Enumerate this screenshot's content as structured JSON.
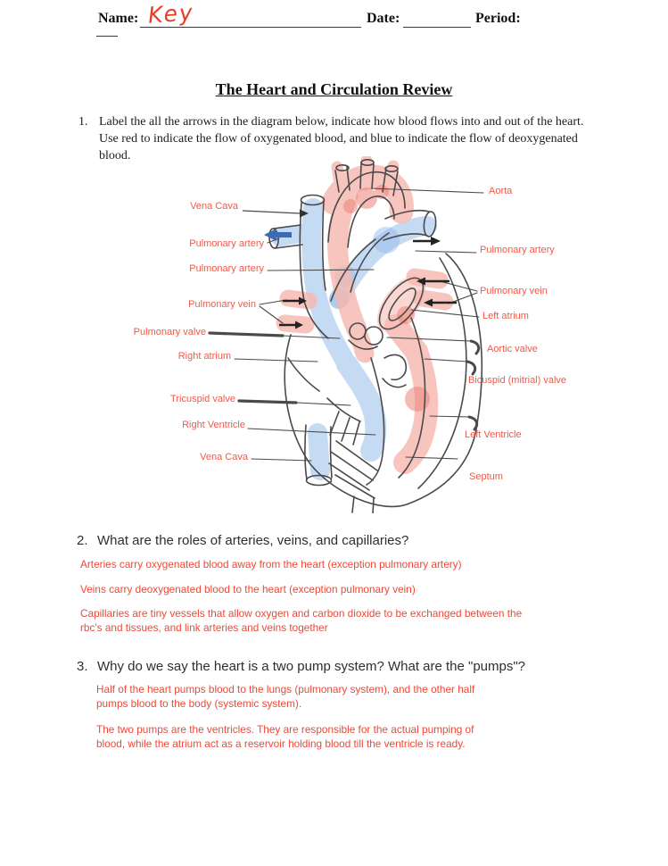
{
  "header": {
    "name_label": "Name:",
    "name_value": "Key",
    "date_label": "Date:",
    "period_label": "Period:"
  },
  "title": "The Heart and Circulation Review",
  "questions": {
    "q1": {
      "number": "1.",
      "text": "Label the all the arrows in the diagram below, indicate how blood flows into and out of the heart. Use red to indicate the flow of oxygenated blood, and blue to indicate the flow of deoxygenated blood."
    },
    "q2": {
      "number": "2.",
      "text": "What are the roles of arteries, veins, and capillaries?",
      "answers": [
        "Arteries carry oxygenated blood away from the heart (exception pulmonary artery)",
        "Veins carry deoxygenated blood to the heart (exception pulmonary vein)",
        "Capillaries are tiny vessels that allow oxygen and carbon dioxide to be exchanged between the rbc's and tissues, and link arteries and veins together"
      ]
    },
    "q3": {
      "number": "3.",
      "text": "Why do we say the heart is a two pump system? What are the \"pumps\"?",
      "answers": [
        "Half of the heart pumps blood to the lungs (pulmonary system), and the other half pumps blood to the body (systemic system).",
        "The two pumps are the ventricles. They are responsible for the actual pumping of blood, while the atrium act as a reservoir holding blood till the ventricle is ready."
      ]
    }
  },
  "diagram": {
    "labels": [
      {
        "id": "aorta",
        "text": "Aorta"
      },
      {
        "id": "vena-cava-superior",
        "text": "Vena Cava"
      },
      {
        "id": "pulmonary-artery-left",
        "text": "Pulmonary artery"
      },
      {
        "id": "pulmonary-artery-right",
        "text": "Pulmonary artery"
      },
      {
        "id": "pulmonary-artery-trunk",
        "text": "Pulmonary artery"
      },
      {
        "id": "pulmonary-vein-right",
        "text": "Pulmonary vein"
      },
      {
        "id": "pulmonary-vein-left",
        "text": "Pulmonary vein"
      },
      {
        "id": "left-atrium",
        "text": "Left atrium"
      },
      {
        "id": "pulmonary-valve",
        "text": "Pulmonary valve"
      },
      {
        "id": "aortic-valve",
        "text": "Aortic valve"
      },
      {
        "id": "right-atrium",
        "text": "Right atrium"
      },
      {
        "id": "bicuspid-valve",
        "text": "Bicuspid (mitrial) valve"
      },
      {
        "id": "tricuspid-valve",
        "text": "Tricuspid valve"
      },
      {
        "id": "right-ventricle",
        "text": "Right Ventricle"
      },
      {
        "id": "left-ventricle",
        "text": "Left Ventricle"
      },
      {
        "id": "vena-cava-inferior",
        "text": "Vena Cava"
      },
      {
        "id": "septum",
        "text": "Septum"
      }
    ],
    "legend_semantics": {
      "red_means": "oxygenated blood flow",
      "blue_means": "deoxygenated blood flow"
    }
  },
  "colors": {
    "diagram_label_red": "#f2594a",
    "answer_red": "#ef4837",
    "highlight_pink": "#f7b7ae",
    "highlight_blue": "#b7d3f2",
    "flow_arrow_blue": "#3a6cb3",
    "line_art": "#4a4a4a",
    "handwriting_red": "#ea3b24"
  }
}
